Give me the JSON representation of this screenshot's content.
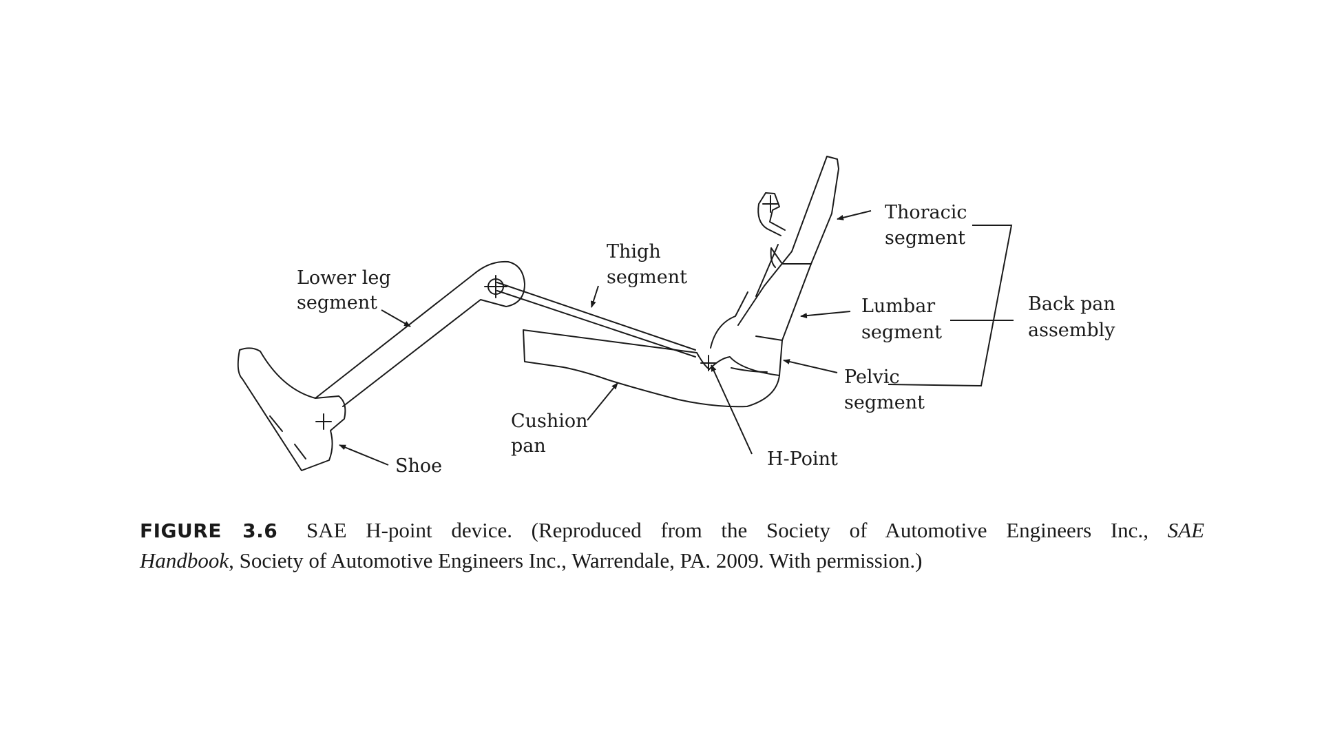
{
  "labels": {
    "lower_leg_1": "Lower leg",
    "lower_leg_2": "segment",
    "thigh_1": "Thigh",
    "thigh_2": "segment",
    "thoracic_1": "Thoracic",
    "thoracic_2": "segment",
    "lumbar_1": "Lumbar",
    "lumbar_2": "segment",
    "back_pan_1": "Back pan",
    "back_pan_2": "assembly",
    "pelvic_1": "Pelvic",
    "pelvic_2": "segment",
    "cushion_1": "Cushion",
    "cushion_2": "pan",
    "shoe": "Shoe",
    "h_point": "H-Point"
  },
  "caption": {
    "figure_label": "FIGURE 3.6",
    "text_part1": "SAE H-point device. (Reproduced from the Society of Automotive Engineers Inc.,",
    "italic_part1": "SAE",
    "italic_part2": "Handbook",
    "text_part2": ", Society of Automotive Engineers Inc., Warrendale, PA. 2009. With permission.)"
  }
}
